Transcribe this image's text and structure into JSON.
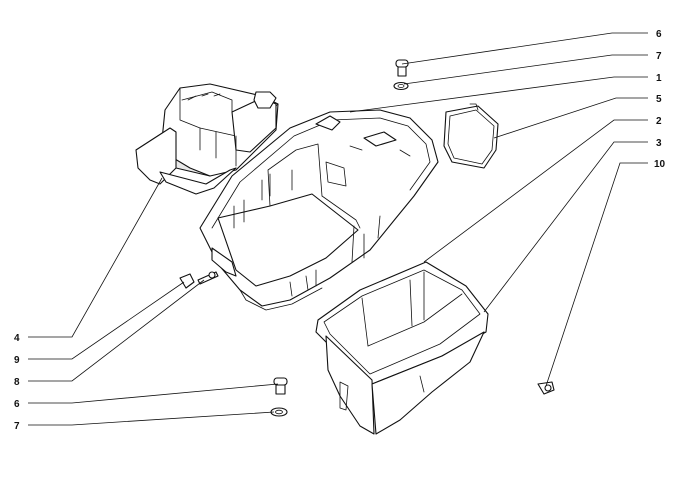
{
  "diagram": {
    "callouts": [
      {
        "id": "c6a",
        "text": "6"
      },
      {
        "id": "c7a",
        "text": "7"
      },
      {
        "id": "c1",
        "text": "1"
      },
      {
        "id": "c5",
        "text": "5"
      },
      {
        "id": "c2",
        "text": "2"
      },
      {
        "id": "c3",
        "text": "3"
      },
      {
        "id": "c10",
        "text": "10"
      },
      {
        "id": "c4",
        "text": "4"
      },
      {
        "id": "c9",
        "text": "9"
      },
      {
        "id": "c8",
        "text": "8"
      },
      {
        "id": "c6b",
        "text": "6"
      },
      {
        "id": "c7b",
        "text": "7"
      }
    ]
  }
}
